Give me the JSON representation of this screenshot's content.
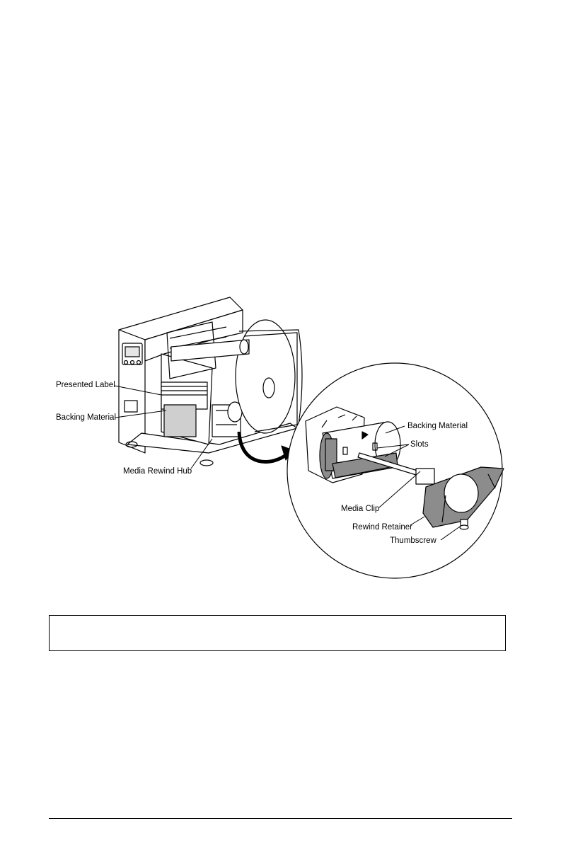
{
  "figure": {
    "callouts": {
      "presented_label": "Presented Label",
      "backing_material_left": "Backing Material",
      "media_rewind_hub": "Media Rewind Hub",
      "backing_material_right": "Backing Material",
      "slots": "Slots",
      "media_clip": "Media Clip",
      "rewind_retainer": "Rewind Retainer",
      "thumbscrew": "Thumbscrew"
    }
  },
  "note": {
    "text": ""
  },
  "colors": {
    "ink": "#000000",
    "paper": "#ffffff",
    "shade": "#8c8c8c"
  }
}
